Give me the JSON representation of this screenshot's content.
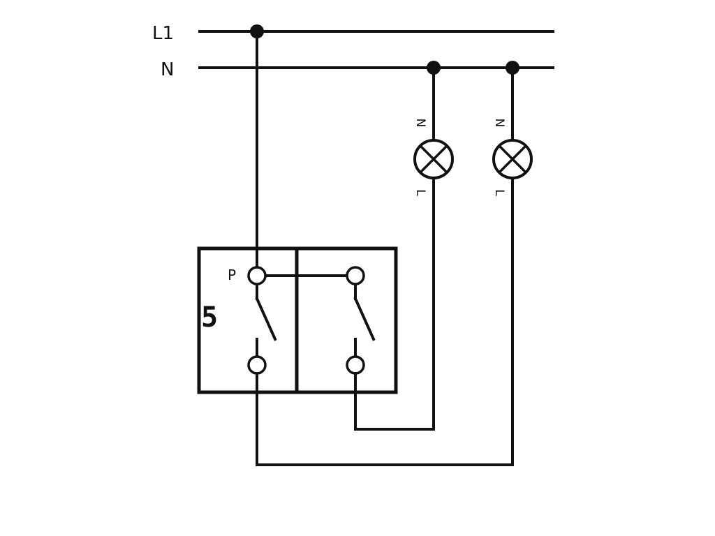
{
  "bus_lines": {
    "phase_label": "L1",
    "neutral_label": "N"
  },
  "lamps": [
    {
      "terminal_top_label": "N",
      "terminal_bottom_label": "L"
    },
    {
      "terminal_top_label": "N",
      "terminal_bottom_label": "L"
    }
  ],
  "switch": {
    "symbol_label": "5",
    "common_terminal_label": "P"
  },
  "colors": {
    "ink": "#111111",
    "background": "#ffffff"
  }
}
